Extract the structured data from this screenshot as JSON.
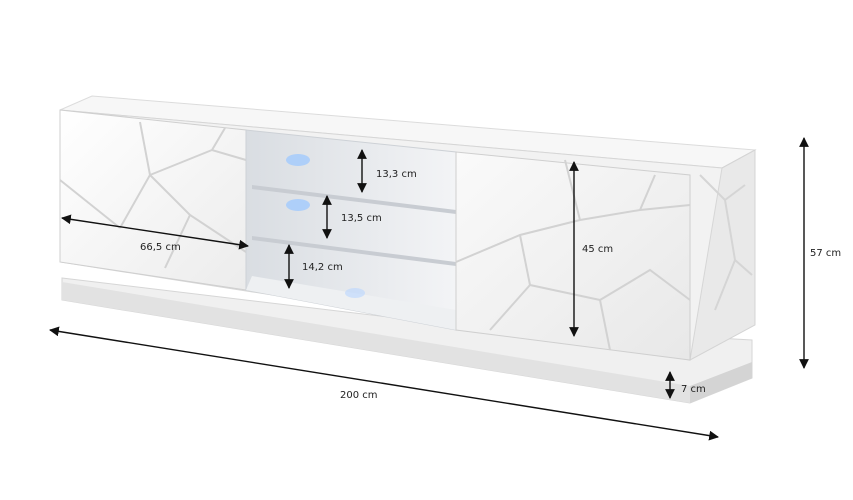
{
  "image": {
    "subject": "tv-cabinet",
    "colors": {
      "body": "#f4f4f4",
      "edge": "#d8d8d8",
      "shadow": "#c9c9c9",
      "glass": "#e6e9ec",
      "led": "#9ec8ff",
      "arrow": "#111111"
    }
  },
  "dimensions": {
    "door_width": "66,5 cm",
    "shelf_gap_top": "13,3 cm",
    "shelf_gap_middle": "13,5 cm",
    "shelf_gap_bottom": "14,2 cm",
    "cabinet_height": "45 cm",
    "total_height": "57 cm",
    "total_width": "200 cm",
    "plinth_height": "7 cm"
  }
}
